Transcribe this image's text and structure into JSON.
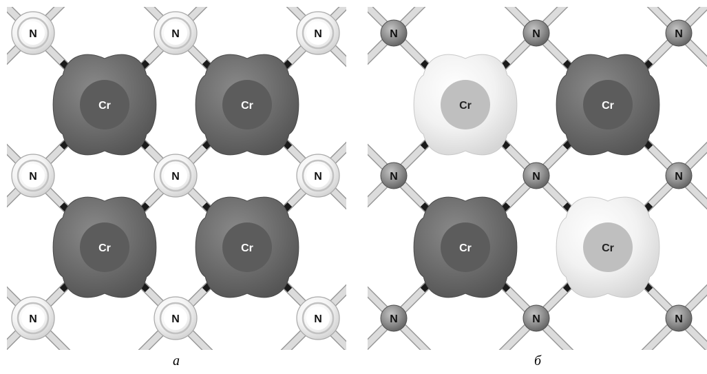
{
  "panels": [
    {
      "id": "a",
      "caption": "а",
      "n_style": "white",
      "cr_spins": [
        "up",
        "up",
        "up",
        "up"
      ]
    },
    {
      "id": "b",
      "caption": "б",
      "n_style": "gray",
      "cr_spins": [
        "down",
        "up",
        "up",
        "down"
      ]
    }
  ],
  "labels": {
    "cr": "Cr",
    "n": "N"
  },
  "colors": {
    "cr_up_cloud": "#6d6d6d",
    "cr_up_core": "#5c5c5c",
    "cr_down_cloud": "#f2f2f2",
    "cr_down_core": "#bfbfbf",
    "n_white": "#f4f4f4",
    "n_gray": "#8f8f8f",
    "bond_light": "#dcdcdc",
    "bond_dark": "#1a1a1a"
  }
}
